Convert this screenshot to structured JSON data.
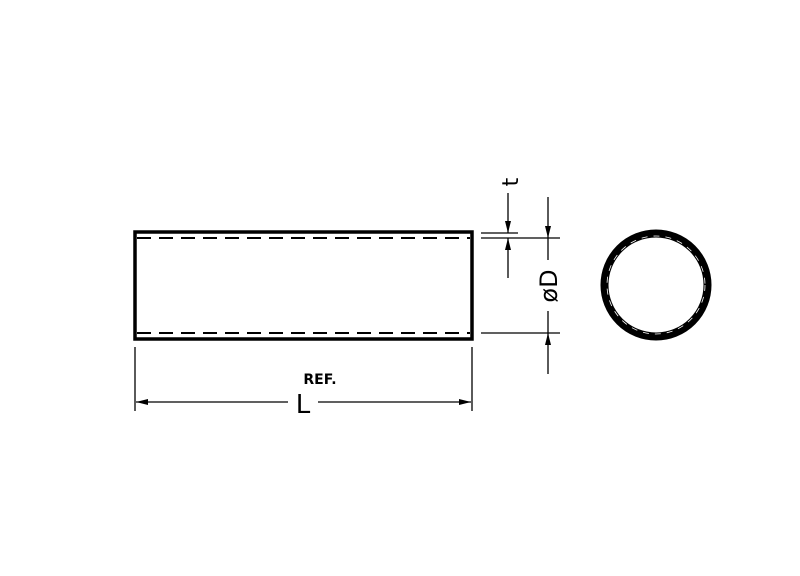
{
  "drawing": {
    "length_label": "L",
    "length_note": "REF.",
    "thickness_label": "t",
    "diameter_label": "øD",
    "line_color": "#000000",
    "background": "#ffffff"
  }
}
